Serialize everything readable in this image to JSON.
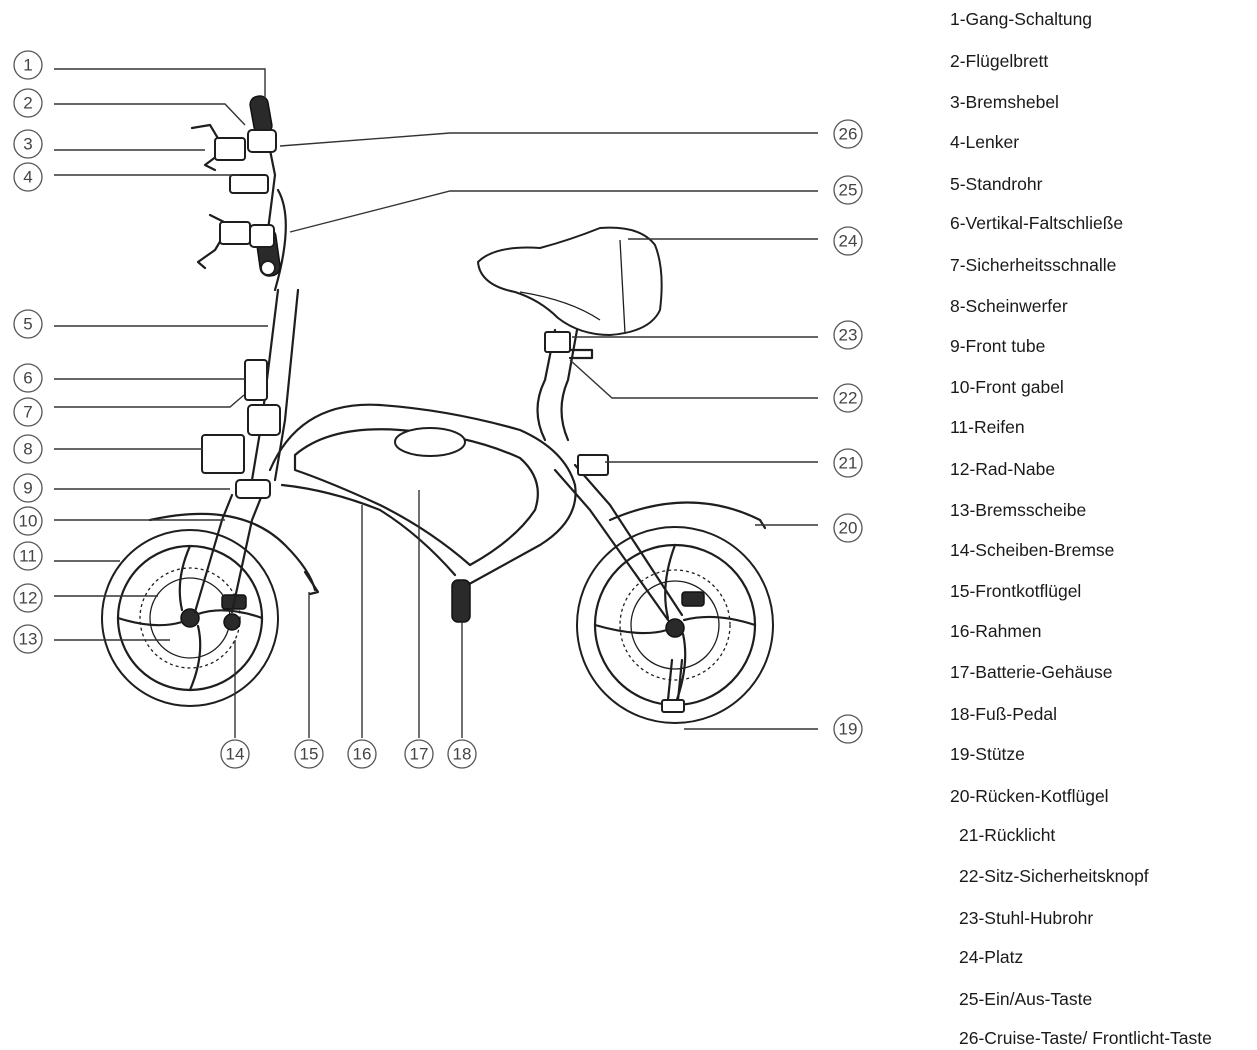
{
  "parts": [
    {
      "num": "1",
      "label": "1-Gang-Schaltung"
    },
    {
      "num": "2",
      "label": "2-Flügelbrett"
    },
    {
      "num": "3",
      "label": "3-Bremshebel"
    },
    {
      "num": "4",
      "label": "4-Lenker"
    },
    {
      "num": "5",
      "label": "5-Standrohr"
    },
    {
      "num": "6",
      "label": "6-Vertikal-Faltschließe"
    },
    {
      "num": "7",
      "label": "7-Sicherheitsschnalle"
    },
    {
      "num": "8",
      "label": "8-Scheinwerfer"
    },
    {
      "num": "9",
      "label": "9-Front  tube"
    },
    {
      "num": "10",
      "label": "10-Front  gabel"
    },
    {
      "num": "11",
      "label": "11-Reifen"
    },
    {
      "num": "12",
      "label": "12-Rad-Nabe"
    },
    {
      "num": "13",
      "label": "13-Bremsscheibe"
    },
    {
      "num": "14",
      "label": "14-Scheiben-Bremse"
    },
    {
      "num": "15",
      "label": "15-Frontkotflügel"
    },
    {
      "num": "16",
      "label": "16-Rahmen"
    },
    {
      "num": "17",
      "label": "17-Batterie-Gehäuse"
    },
    {
      "num": "18",
      "label": "18-Fuß-Pedal"
    },
    {
      "num": "19",
      "label": "19-Stütze"
    },
    {
      "num": "20",
      "label": "20-Rücken-Kotflügel"
    },
    {
      "num": "21",
      "label": "21-Rücklicht"
    },
    {
      "num": "22",
      "label": "22-Sitz-Sicherheitsknopf"
    },
    {
      "num": "23",
      "label": "23-Stuhl-Hubrohr"
    },
    {
      "num": "24",
      "label": "24-Platz"
    },
    {
      "num": "25",
      "label": "25-Ein/Aus-Taste"
    },
    {
      "num": "26",
      "label": "26-Cruise-Taste/  Frontlicht-Taste"
    }
  ]
}
